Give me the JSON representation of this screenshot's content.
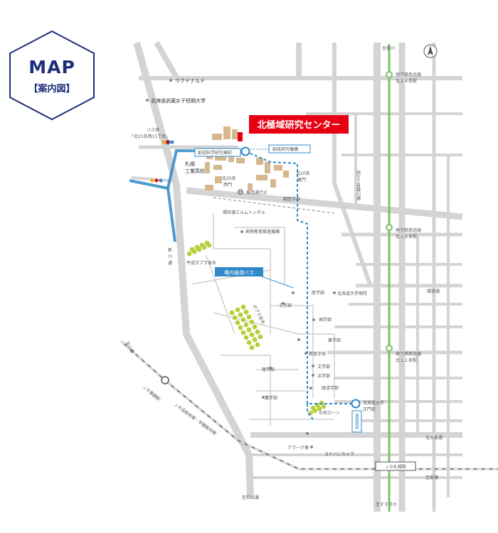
{
  "badge": {
    "title": "MAP",
    "subtitle": "【案内図】"
  },
  "highlight": "北極域研究センター",
  "labels": {
    "mcdonalds": "マクドナルド",
    "fuji_college": "北海道武蔵女子短期大学",
    "bus_stop_line1": "バス停",
    "bus_stop_line2": "「北21条西15丁目」",
    "sousei_bus": "創成科学研究棟前",
    "sousei_building": "創成研究機構",
    "kogyo_line1": "札幌",
    "kogyo_line2": "工業高校",
    "kita20_west_line1": "北20条",
    "kita20_west_line2": "西門",
    "kita20_east_line1": "北20条",
    "kita20_east_line2": "東門",
    "car_road": "車両通行止",
    "vet": "獣医学部",
    "elm_tunnel": "環状通エルムトンネル",
    "koto_kyoiku": "高等教育推進機構",
    "poplar_line1": "平成ポプラ並木",
    "poplar_2": "ポプラ並木",
    "campus_bus": "構内循環バス",
    "shinkawa_line1": "新",
    "shinkawa_line2": "川",
    "shinkawa_line3": "通",
    "medicine": "医学部",
    "hospital": "北海道大学病院",
    "engineering": "工学部",
    "dentistry": "歯学部",
    "pharmacy": "薬学部",
    "education": "教育学部",
    "letters": "文学部",
    "law": "法学部",
    "science": "理学部",
    "economics": "経済学部",
    "agriculture": "農学部",
    "central_lawn": "中央ローン",
    "main_gate_line1": "北海道大学",
    "main_gate_line2": "正門前",
    "office": "事務局前",
    "clark": "クラーク像",
    "yodobashi": "ヨドバシカメラ",
    "jr_sapporo": "ＪＲ札幌駅",
    "jr_kuwazono": "ＪＲ桑園駅",
    "jr_line": "ＪＲ函館本線・学園都市線",
    "to_otaru": "至小樽",
    "to_ishiyama": "至石山通",
    "to_asahikawa": "至旭川",
    "to_naebo": "至苗穂",
    "to_susukino": "至すすきの",
    "kita8": "北８条通",
    "kannjo": "環状通",
    "nishi5_line": "西５丁目樽川通",
    "st24_line1": "地下鉄南北線",
    "st24_line2": "北２４条駅",
    "st18_line1": "地下鉄南北線",
    "st18_line2": "北１８条駅",
    "st12_line1": "地下鉄南北線",
    "st12_line2": "北１２条駅"
  },
  "colors": {
    "road": "#d4d4d4",
    "rail_subway": "#79c06b",
    "accent_red": "#e60012",
    "route_blue": "#2f89c8",
    "tree_green": "#b7cf3c",
    "building": "#d6b88e",
    "badge_navy": "#1d2f7a"
  }
}
